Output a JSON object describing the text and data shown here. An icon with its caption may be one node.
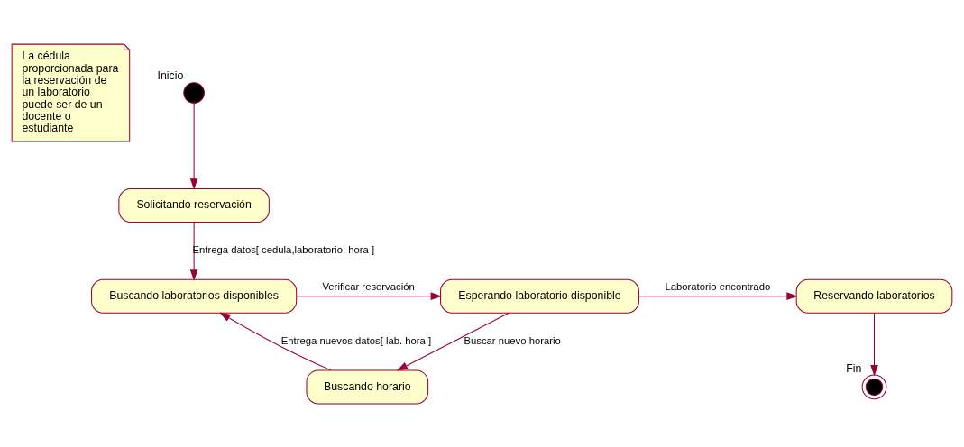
{
  "diagram": {
    "nodes": [
      {
        "text": [
          "La cédula proporcionada para la reservación de un laboratorio puede ser de un docente o estudiante"
        ]
      },
      {
        "text": [],
        "shape": "circle",
        "beside": [
          "Inicio"
        ]
      },
      {
        "text": [
          "Solicitando reservación"
        ]
      },
      {
        "text": [
          "Buscando laboratorios disponibles"
        ]
      },
      {
        "text": [
          "Esperando laboratorio disponible"
        ]
      },
      {
        "text": [
          "Reservando laboratorios"
        ]
      },
      {
        "text": [
          "Buscando horario"
        ]
      },
      {
        "text": [],
        "shape": "circle",
        "beside": [
          "Fin"
        ]
      }
    ],
    "edges": [
      {
        "from": 1,
        "to": 2,
        "arrow": "to"
      },
      {
        "from": 2,
        "to": 3,
        "arrow": "to",
        "label": "Entrega datos[ cedula,laboratorio, hora ]"
      },
      {
        "from": 3,
        "to": 4,
        "arrow": "to",
        "label": "Verificar reservación"
      },
      {
        "from": 4,
        "to": 5,
        "arrow": "to",
        "label": "Laboratorio encontrado"
      },
      {
        "from": 4,
        "to": 6,
        "arrow": "to",
        "label": "Buscar nuevo horario"
      },
      {
        "from": 6,
        "to": 3,
        "arrow": "to",
        "label": "Entrega nuevos datos[ lab. hora ]"
      },
      {
        "from": 5,
        "to": 7,
        "arrow": "to"
      }
    ]
  }
}
